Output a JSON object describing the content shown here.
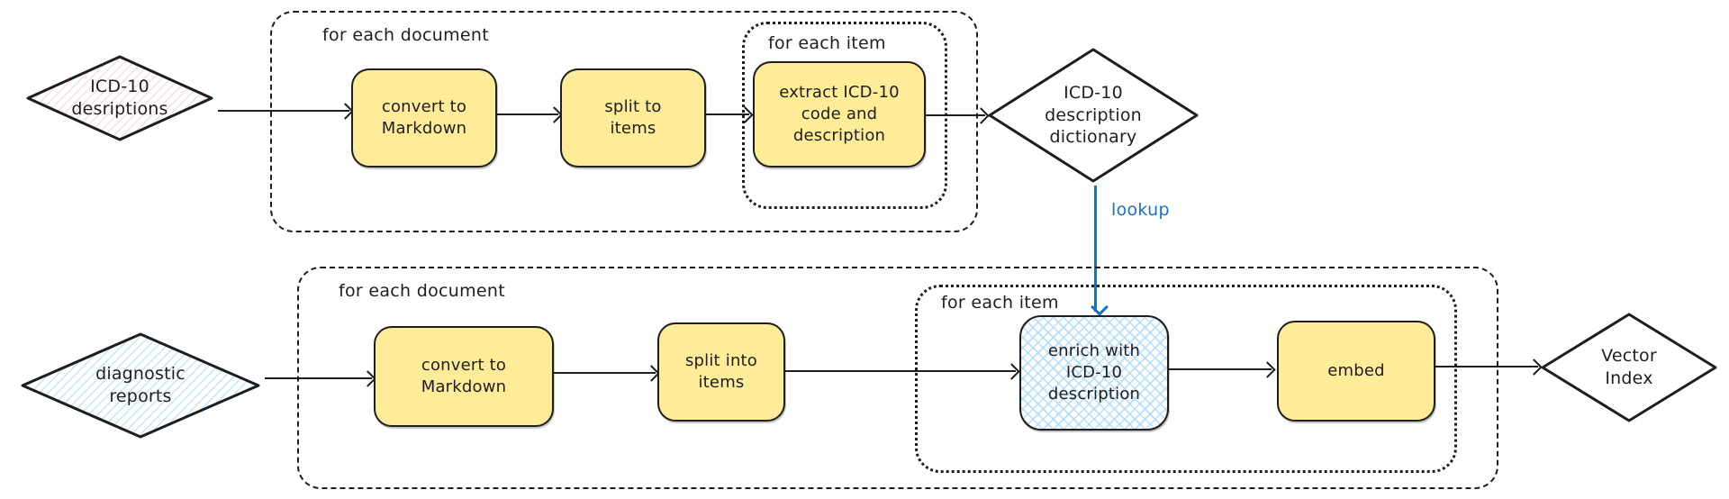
{
  "diagram": {
    "top": {
      "source": {
        "lines": [
          "ICD-10",
          "desriptions"
        ]
      },
      "doc_group_label": "for each document",
      "item_group_label": "for each item",
      "steps": {
        "convert": {
          "lines": [
            "convert to",
            "Markdown"
          ]
        },
        "split": {
          "lines": [
            "split to",
            "items"
          ]
        },
        "extract": {
          "lines": [
            "extract ICD-10",
            "code and",
            "description"
          ]
        }
      },
      "output": {
        "lines": [
          "ICD-10",
          "description",
          "dictionary"
        ]
      }
    },
    "lookup_label": "lookup",
    "bottom": {
      "source": {
        "lines": [
          "diagnostic",
          "reports"
        ]
      },
      "doc_group_label": "for each document",
      "item_group_label": "for each item",
      "steps": {
        "convert": {
          "lines": [
            "convert to",
            "Markdown"
          ]
        },
        "split": {
          "lines": [
            "split into",
            "items"
          ]
        },
        "enrich": {
          "lines": [
            "enrich with",
            "ICD-10",
            "description"
          ]
        },
        "embed": {
          "lines": [
            "embed"
          ]
        }
      },
      "output": {
        "lines": [
          "Vector",
          "Index"
        ]
      }
    },
    "colors": {
      "stroke": "#1e1e1e",
      "step_fill": "#ffec99",
      "source_hatch_top": "#ffc9c9",
      "source_hatch_bottom": "#a5d8ff",
      "lookup_blue": "#1971c2"
    }
  }
}
